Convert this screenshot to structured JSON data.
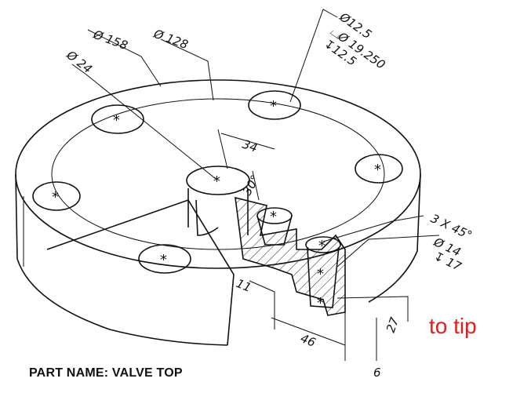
{
  "part_name": "PART NAME: VALVE TOP",
  "annotation_note": "to tip",
  "annotation_color": "#e11d1d",
  "callouts": {
    "dia_158": "Ø 158",
    "dia_128": "Ø 128",
    "dia_24": "Ø 24",
    "hole_line1": "Ø12.5",
    "hole_line2": "⌴Ø 19.250",
    "hole_line3": "↧12.5",
    "dim_34": "34",
    "angle_30": "30°",
    "chamfer": "3 X 45°",
    "small_dia": "Ø 14",
    "small_depth": "↧ 17",
    "dim_11": "11",
    "dim_46": "46",
    "dim_27": "27",
    "dim_6": "6"
  },
  "hole_marker": "*"
}
